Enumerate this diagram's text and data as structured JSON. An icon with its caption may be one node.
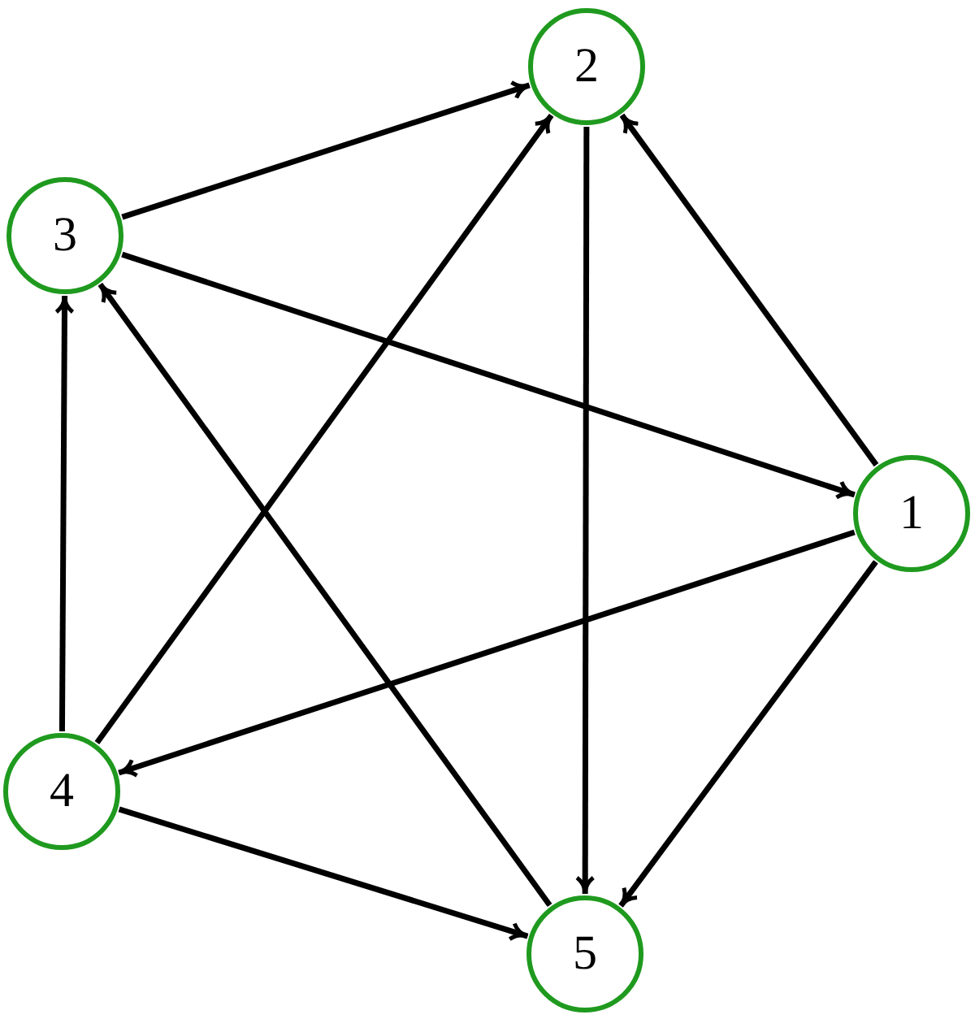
{
  "diagram": {
    "nodes": [
      {
        "text": [
          "1"
        ]
      },
      {
        "text": [
          "2"
        ]
      },
      {
        "text": [
          "3"
        ]
      },
      {
        "text": [
          "4"
        ]
      },
      {
        "text": [
          "5"
        ]
      }
    ],
    "edges": [
      {
        "from": 2,
        "to": 1,
        "arrow": "to"
      },
      {
        "from": 0,
        "to": 1,
        "arrow": "to"
      },
      {
        "from": 1,
        "to": 4,
        "arrow": "to"
      },
      {
        "from": 2,
        "to": 0,
        "arrow": "to"
      },
      {
        "from": 0,
        "to": 3,
        "arrow": "to"
      },
      {
        "from": 0,
        "to": 4,
        "arrow": "to"
      },
      {
        "from": 3,
        "to": 1,
        "arrow": "to"
      },
      {
        "from": 3,
        "to": 2,
        "arrow": "to"
      },
      {
        "from": 4,
        "to": 2,
        "arrow": "to"
      },
      {
        "from": 3,
        "to": 4,
        "arrow": "to"
      }
    ]
  }
}
